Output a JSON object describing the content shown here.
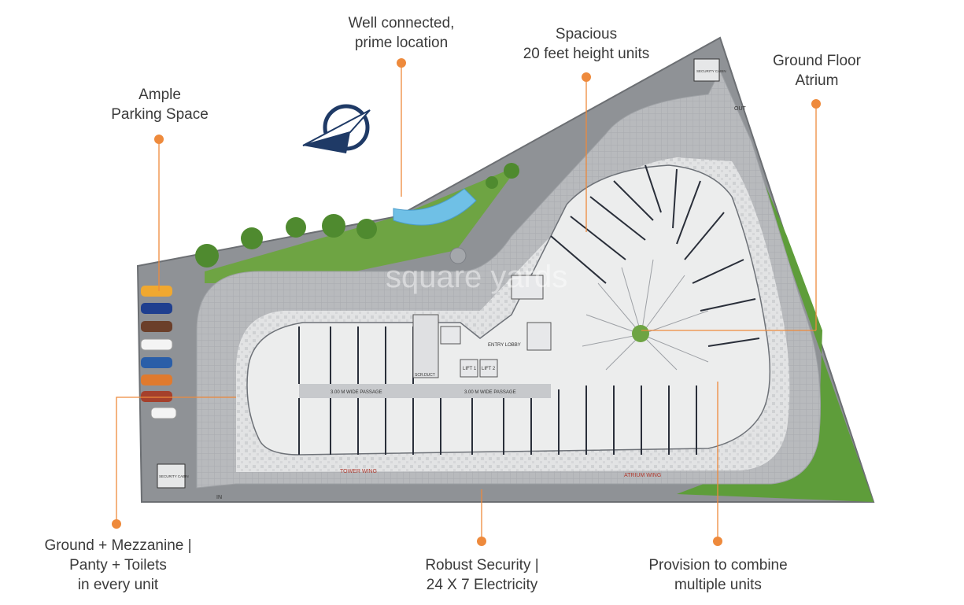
{
  "callouts": {
    "location": {
      "line1": "Well connected,",
      "line2": "prime location"
    },
    "height": {
      "line1": "Spacious",
      "line2": "20 feet height units"
    },
    "atrium": {
      "line1": "Ground Floor",
      "line2": "Atrium"
    },
    "parking": {
      "line1": "Ample",
      "line2": "Parking Space"
    },
    "mezzanine": {
      "line1": "Ground + Mezzanine |",
      "line2": "Panty + Toilets",
      "line3": "in every unit"
    },
    "security": {
      "line1": "Robust Security |",
      "line2": "24 X 7  Electricity"
    },
    "combine": {
      "line1": "Provision to combine",
      "line2": "multiple units"
    }
  },
  "plan": {
    "security_cabin": "SECURITY CABIN",
    "gate_out": "OUT",
    "gate_in": "IN",
    "passage_left": "3.00 M WIDE PASSAGE",
    "passage_right": "3.00 M WIDE PASSAGE",
    "tower_wing": "TOWER WING",
    "atrium_wing": "ATRIUM WING",
    "entry_lobby": "ENTRY LOBBY",
    "lift_1": "LIFT 1",
    "lift_2": "LIFT 2",
    "duct": "SCR.DUCT",
    "watermark": "square yards"
  },
  "colors": {
    "accent": "#ee8a3c",
    "text": "#3b3b3b",
    "road": "#b9bbbe",
    "grass": "#5e9d3a",
    "unit_line": "#2a2f3a",
    "water": "#6fc0e6"
  }
}
